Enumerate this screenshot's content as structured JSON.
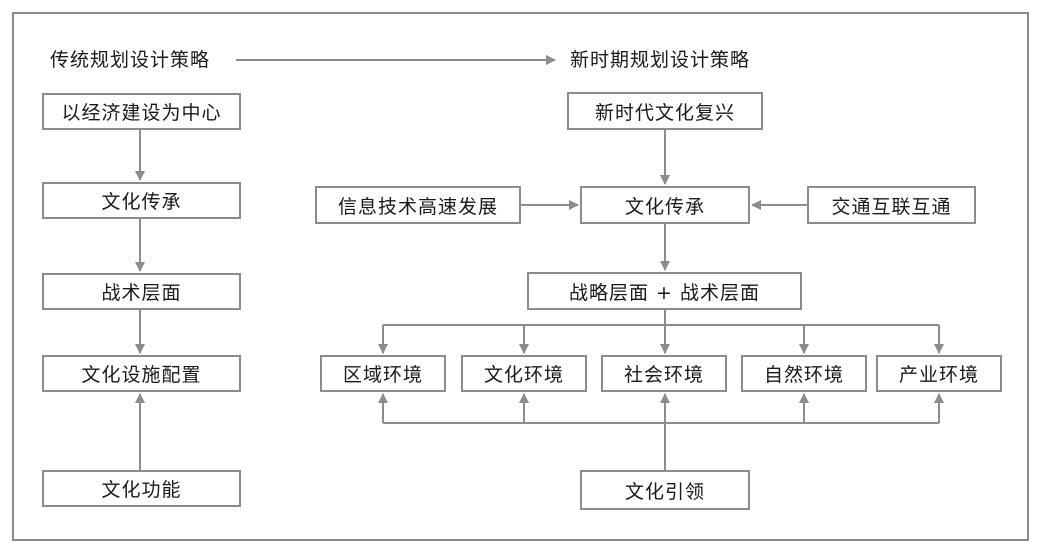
{
  "headings": {
    "traditional": "传统规划设计策略",
    "new_era": "新时期规划设计策略"
  },
  "left_column": {
    "economy_center": "以经济建设为中心",
    "culture_inherit": "文化传承",
    "tactical": "战术层面",
    "facility_config": "文化设施配置",
    "culture_function": "文化功能"
  },
  "right_column": {
    "revival": "新时代文化复兴",
    "info_tech": "信息技术高速发展",
    "culture_inherit": "文化传承",
    "transport": "交通互联互通",
    "strategy_tactics": "战略层面 + 战术层面",
    "env_regional": "区域环境",
    "env_cultural": "文化环境",
    "env_social": "社会环境",
    "env_natural": "自然环境",
    "env_industrial": "产业环境",
    "culture_lead": "文化引领"
  },
  "colors": {
    "line": "#8c8c8c",
    "text": "#1a1a1a"
  }
}
